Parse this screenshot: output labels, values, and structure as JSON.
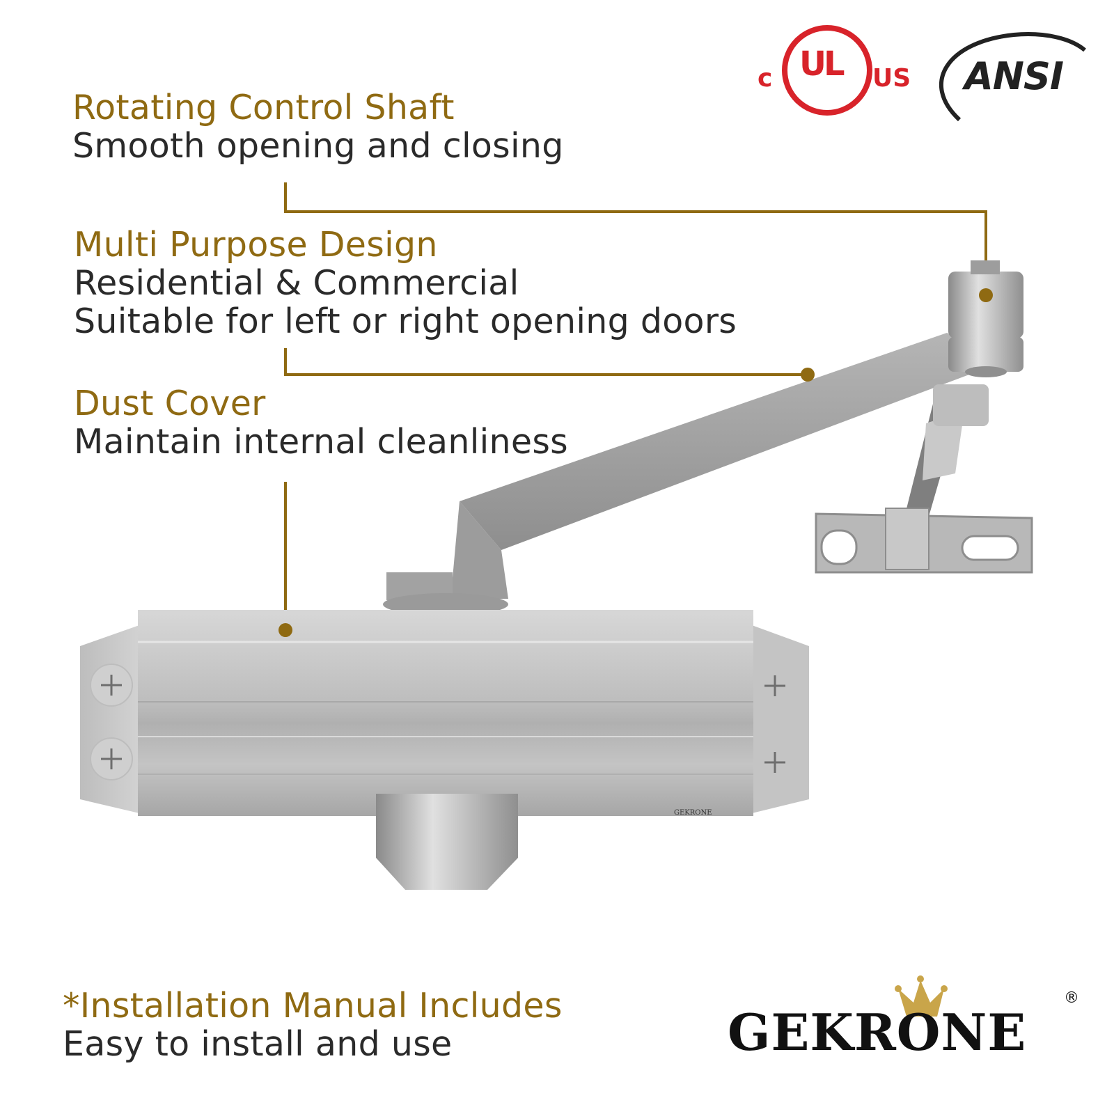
{
  "features": [
    {
      "title": "Rotating Control Shaft",
      "desc": [
        "Smooth opening and closing"
      ]
    },
    {
      "title": "Multi Purpose Design",
      "desc": [
        "Residential & Commercial",
        "Suitable for left or right opening doors"
      ]
    },
    {
      "title": "Dust Cover",
      "desc": [
        "Maintain internal cleanliness"
      ]
    },
    {
      "title": "*Installation Manual Includes",
      "desc": [
        "Easy to install and use"
      ]
    }
  ],
  "certifications": {
    "ul": {
      "c": "c",
      "mark": "UL",
      "us": "US"
    },
    "ansi": "ANSI"
  },
  "brand": {
    "name": "GEKRONE",
    "registered": "®"
  },
  "colors": {
    "accent": "#8f6a12",
    "text": "#2a2a2a",
    "ul_red": "#d8232a",
    "metal": "#b8b8b8"
  }
}
